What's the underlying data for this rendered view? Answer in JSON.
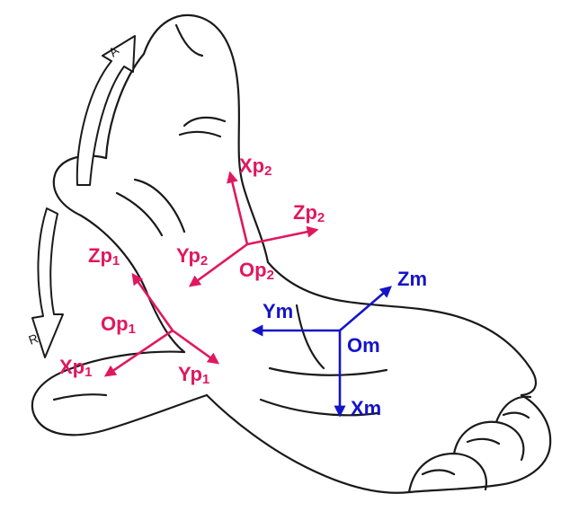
{
  "colors": {
    "phalanx_frame": "#e0185e",
    "metacarpal_frame": "#1414c8",
    "outline": "#1a1a1a"
  },
  "arrows": {
    "upper_label": "A",
    "lower_label": "R"
  },
  "frame_p2": {
    "origin": "Op",
    "origin_sub": "2",
    "x": "Xp",
    "x_sub": "2",
    "y": "Yp",
    "y_sub": "2",
    "z": "Zp",
    "z_sub": "2"
  },
  "frame_p1": {
    "origin": "Op",
    "origin_sub": "1",
    "x": "Xp",
    "x_sub": "1",
    "y": "Yp",
    "y_sub": "1",
    "z": "Zp",
    "z_sub": "1"
  },
  "frame_m": {
    "origin": "Om",
    "x": "Xm",
    "y": "Ym",
    "z": "Zm"
  }
}
